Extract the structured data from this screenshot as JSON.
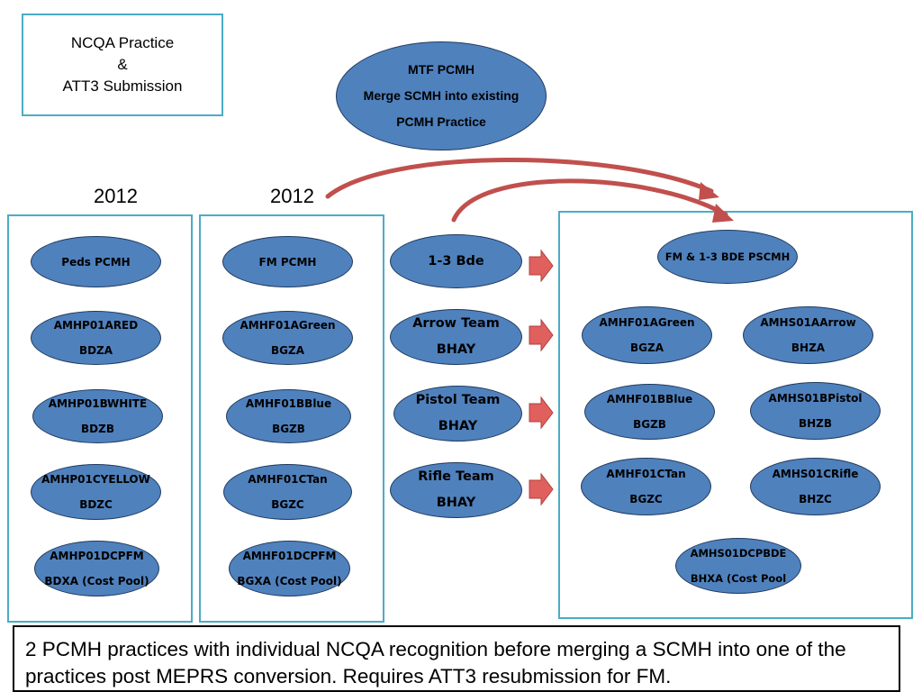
{
  "title_box": {
    "line1": "NCQA Practice",
    "line2": "&",
    "line3": "ATT3 Submission"
  },
  "top_oval": {
    "line1": "MTF PCMH",
    "line2": "Merge SCMH into existing",
    "line3": "PCMH Practice"
  },
  "years": {
    "left": "2012",
    "middle": "2012"
  },
  "column_peds": [
    {
      "line1": "Peds PCMH",
      "line2": ""
    },
    {
      "line1": "AMHP01ARED",
      "line2": "BDZA"
    },
    {
      "line1": "AMHP01BWHITE",
      "line2": "BDZB"
    },
    {
      "line1": "AMHP01CYELLOW",
      "line2": "BDZC"
    },
    {
      "line1": "AMHP01DCPFM",
      "line2": "BDXA (Cost Pool)"
    }
  ],
  "column_fm": [
    {
      "line1": "FM PCMH",
      "line2": ""
    },
    {
      "line1": "AMHF01AGreen",
      "line2": "BGZA"
    },
    {
      "line1": "AMHF01BBlue",
      "line2": "BGZB"
    },
    {
      "line1": "AMHF01CTan",
      "line2": "BGZC"
    },
    {
      "line1": "AMHF01DCPFM",
      "line2": "BGXA (Cost Pool)"
    }
  ],
  "column_teams": [
    {
      "line1": "1-3 Bde",
      "line2": ""
    },
    {
      "line1": "Arrow Team",
      "line2": "BHAY"
    },
    {
      "line1": "Pistol Team",
      "line2": "BHAY"
    },
    {
      "line1": "Rifle Team",
      "line2": "BHAY"
    }
  ],
  "merged": {
    "header": "FM & 1-3 BDE PSCMH",
    "left": [
      {
        "line1": "AMHF01AGreen",
        "line2": "BGZA"
      },
      {
        "line1": "AMHF01BBlue",
        "line2": "BGZB"
      },
      {
        "line1": "AMHF01CTan",
        "line2": "BGZC"
      }
    ],
    "right": [
      {
        "line1": "AMHS01AArrow",
        "line2": "BHZA"
      },
      {
        "line1": "AMHS01BPistol",
        "line2": "BHZB"
      },
      {
        "line1": "AMHS01CRifle",
        "line2": "BHZC"
      }
    ],
    "bottom": {
      "line1": "AMHS01DCPBDE",
      "line2": "BHXA (Cost Pool"
    }
  },
  "note": "2 PCMH practices with individual NCQA recognition before merging a SCMH into one of the practices post MEPRS conversion.  Requires ATT3 resubmission for FM.",
  "colors": {
    "oval_fill": "#4f81bd",
    "box_border": "#4bacc6",
    "arrow": "#c0504d"
  }
}
